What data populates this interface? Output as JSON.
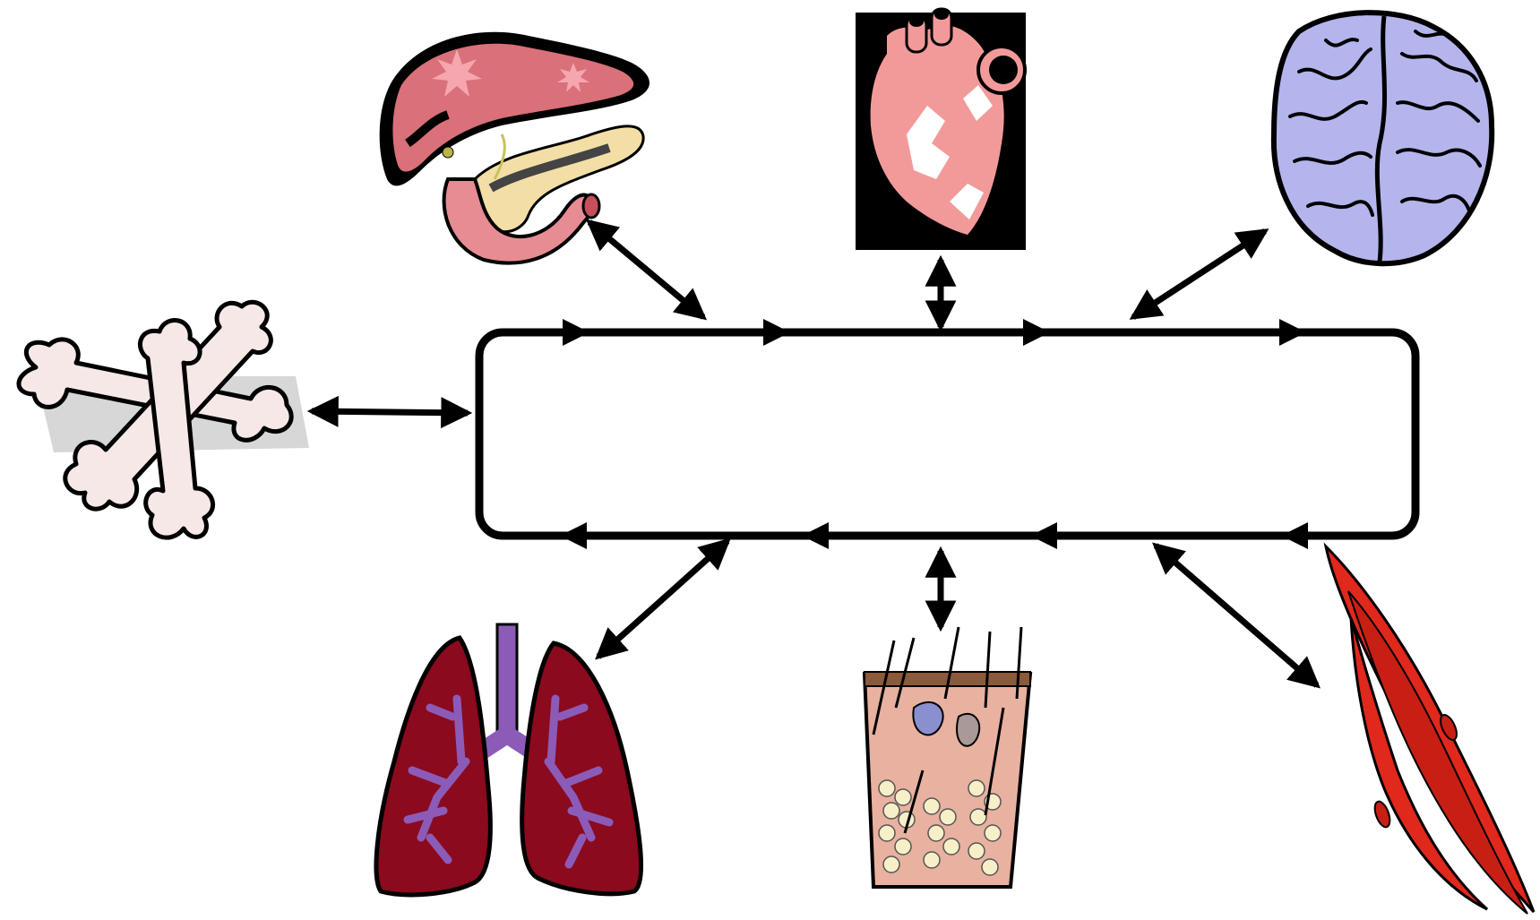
{
  "diagram": {
    "title": "",
    "center": {
      "label": "",
      "shape": "rounded-rectangle-loop",
      "flow": "clockwise"
    },
    "organs": [
      {
        "id": "liver-pancreas",
        "icon": "liver-pancreas-icon",
        "connection": "bidirectional"
      },
      {
        "id": "heart",
        "icon": "heart-icon",
        "connection": "bidirectional"
      },
      {
        "id": "brain",
        "icon": "brain-icon",
        "connection": "bidirectional"
      },
      {
        "id": "bone",
        "icon": "bone-icon",
        "connection": "bidirectional"
      },
      {
        "id": "lungs",
        "icon": "lungs-icon",
        "connection": "bidirectional"
      },
      {
        "id": "skin",
        "icon": "skin-icon",
        "connection": "bidirectional"
      },
      {
        "id": "muscle",
        "icon": "muscle-cell-icon",
        "connection": "bidirectional"
      }
    ],
    "colors": {
      "line": "#000000",
      "liver": "#d9707a",
      "heart": "#f29a9a",
      "brain": "#b3b5ec",
      "bone": "#f7e8e8",
      "lung": "#8b0a1e",
      "airway": "#8c5bb8",
      "skin": "#e9b1a0",
      "muscle": "#e0281c"
    }
  }
}
